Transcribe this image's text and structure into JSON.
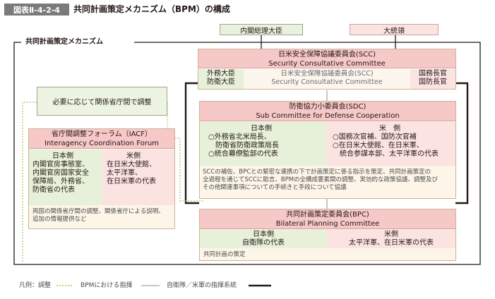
{
  "figure": {
    "label": "図表Ⅱ-4-2-4",
    "title": "共同計画策定メカニズム（BPM）の構成"
  },
  "top": {
    "pm": "内閣総理大臣",
    "president": "大統領"
  },
  "mechanism_label": "共同計画策定メカニズム",
  "scc": {
    "title_jp": "日米安全保障協議委員会(SCC)",
    "title_en": "Security Consultative Committee",
    "left": [
      "外務大臣",
      "防衛大臣"
    ],
    "middle": [
      "日米安全保障協議委員会(SCC)",
      "Security Consultative Committee"
    ],
    "right": [
      "国務長官",
      "国防長官"
    ]
  },
  "coordination_note": "必要に応じて関係省庁間で調整",
  "iacf": {
    "title_jp": "省庁間調整フォーラム（IACF）",
    "title_en": "Interagency Coordination Forum",
    "japan_heading": "日本側",
    "japan_lines": [
      "内閣官房事態室、",
      "内閣官房国家安全",
      "保障局、外務省、",
      "防衛省の代表"
    ],
    "us_heading": "米側",
    "us_lines": [
      "在日米大使館、",
      "太平洋軍、",
      "在日米軍の代表"
    ],
    "note_lines": [
      "両国の関係省庁間の調整、関係省庁による説明、",
      "追加の情報提供など"
    ]
  },
  "sdc": {
    "title_jp": "防衛協力小委員会(SDC)",
    "title_en": "Sub Committee for Defense Cooperation",
    "japan_heading": "日本側",
    "japan_lines": [
      "○外務省北米局長、",
      "防衛省防衛政策局長",
      "○統合幕僚監部の代表"
    ],
    "us_heading": "米　側",
    "us_lines": [
      "○国務次官補、国防次官補",
      "○在日米大使館、在日米軍、",
      "統合参謀本部、太平洋軍の代表"
    ],
    "note_lines": [
      "SCCの補佐、BPCとの緊密な連携の下で計画策定に係る指示を策定、共同計画策定の",
      "全過程を通じてSCCに助言、BPMの全構成要素間の調整、実効的な政策協議、調整及び",
      "その他関連事項についての手続きと手段について協議"
    ]
  },
  "bpc": {
    "title_jp": "共同計画策定委員会(BPC)",
    "title_en": "Bilateral Planning Committee",
    "japan_heading": "日本側",
    "japan_line": "自衛隊の代表",
    "us_heading": "米側",
    "us_line": "太平洋軍、在日米軍の代表",
    "note": "共同計画の策定"
  },
  "legend": {
    "prefix": "凡例：",
    "coordination": "調整",
    "bpm_command": "BPMにおける指揮",
    "chain": "自衛隊／米軍の指揮系統"
  },
  "colors": {
    "green_line": "#9bbb3b",
    "gray_line": "#8c8c8c",
    "black_line": "#231815",
    "pink_header": "#f6c8c7",
    "pink_cell": "#fbe3e2",
    "green_cell": "#e7f0d8",
    "beige": "#fcf5e8"
  }
}
